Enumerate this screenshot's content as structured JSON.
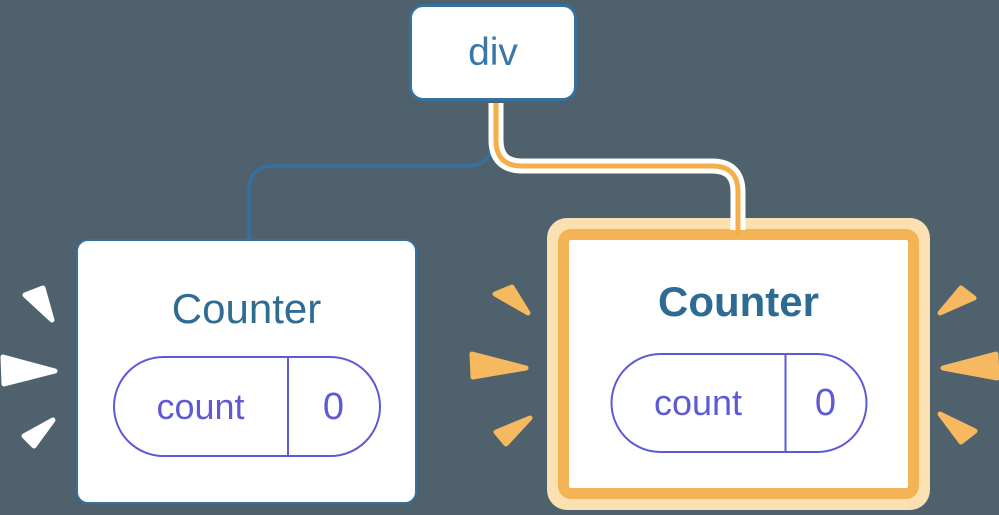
{
  "root_node": {
    "label": "div"
  },
  "left_card": {
    "title": "Counter",
    "state_key": "count",
    "state_value": "0"
  },
  "right_card": {
    "title": "Counter",
    "state_key": "count",
    "state_value": "0"
  },
  "colors": {
    "background": "#4E616C",
    "blue": "#35719F",
    "blue_text": "#3A76A6",
    "title_left": "#2F6C92",
    "title_right": "#2D6B93",
    "purple": "#5E5AD6",
    "orange_core": "#F5AF4A",
    "orange_border": "#F4B456",
    "orange_pale": "#FBE0B2",
    "spark_orange": "#F6B95F",
    "spark_white": "#FFFFFF",
    "card_bg": "#FFFFFF"
  }
}
